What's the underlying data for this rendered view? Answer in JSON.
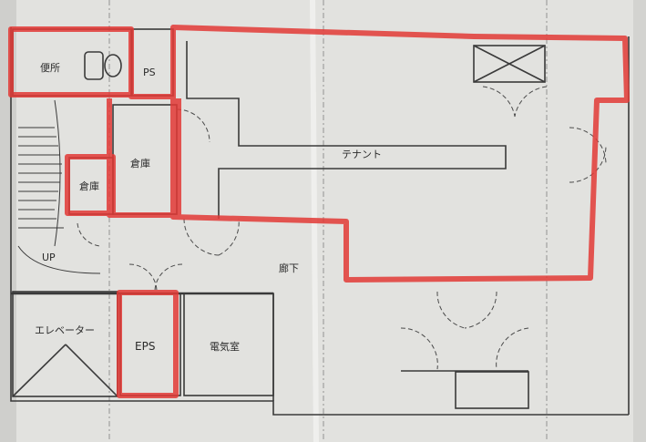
{
  "rooms": {
    "toilet": "便所",
    "ps": "PS",
    "storage_large": "倉庫",
    "storage_small": "倉庫",
    "tenant": "テナント",
    "corridor": "廊下",
    "elevator": "エレベーター",
    "eps": "EPS",
    "electric_room": "電気室",
    "stair_up": "UP"
  },
  "colors": {
    "paper": "#e4e4e2",
    "wall": "#3a3a3a",
    "highlight": "#e23a36"
  }
}
